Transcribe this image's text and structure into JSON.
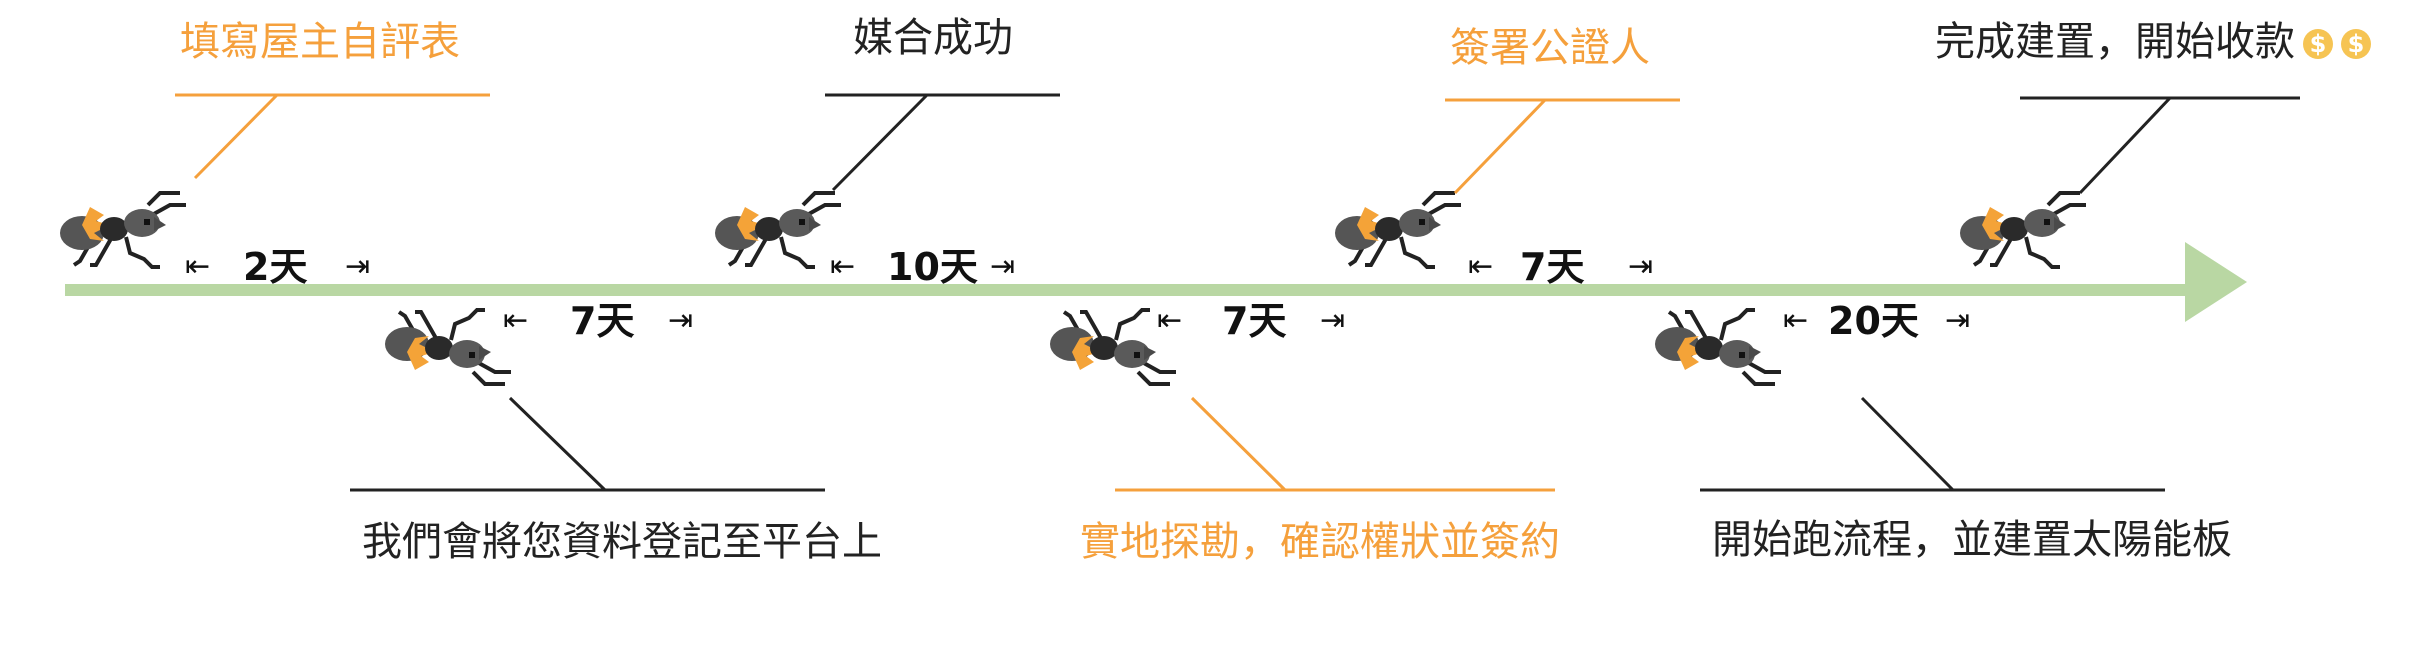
{
  "timeline": {
    "milestones": [
      {
        "label": "填寫屋主自評表",
        "color": "#f5a03c"
      },
      {
        "label": "我們會將您資料登記至平台上",
        "color": "#222222"
      },
      {
        "label": "媒合成功",
        "color": "#222222"
      },
      {
        "label": "實地探勘，確認權狀並簽約",
        "color": "#f5a03c"
      },
      {
        "label": "簽署公證人",
        "color": "#f5a03c"
      },
      {
        "label": "開始跑流程，並建置太陽能板",
        "color": "#222222"
      },
      {
        "label": "完成建置，開始收款",
        "color": "#222222"
      }
    ],
    "durations": [
      "2天",
      "7天",
      "10天",
      "7天",
      "7天",
      "20天"
    ],
    "dollar_icons": [
      "$",
      "$"
    ],
    "colors": {
      "line": "#b9d7a3",
      "orange": "#f5a03c",
      "ant_body": "#555555",
      "ant_belly": "#f4a338"
    }
  }
}
